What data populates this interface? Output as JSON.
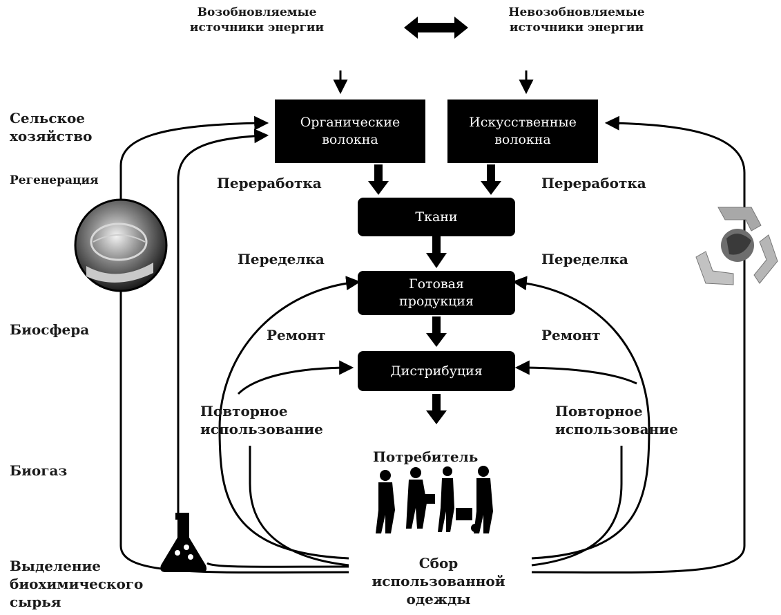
{
  "top": {
    "renewable": "Возобновляемые\nисточники энергии",
    "nonrenewable": "Невозобновляемые\nисточники энергии"
  },
  "boxes": {
    "organic": "Органические\nволокна",
    "synthetic": "Искусственные\nволокна",
    "fabrics": "Ткани",
    "finished": "Готовая\nпродукция",
    "distribution": "Дистрибуция"
  },
  "labels": {
    "processing_left": "Переработка",
    "processing_right": "Переработка",
    "remake_left": "Переделка",
    "remake_right": "Переделка",
    "repair_left": "Ремонт",
    "repair_right": "Ремонт",
    "reuse_left": "Повторное\nиспользование",
    "reuse_right": "Повторное\nиспользование",
    "consumer": "Потребитель",
    "collection": "Сбор\nиспользованной\nодежды"
  },
  "left_column": {
    "agriculture": "Сельское\nхозяйство",
    "regeneration": "Регенерация",
    "biosphere": "Биосфера",
    "biogas": "Биогаз",
    "extraction": "Выделение\nбиохимического\nсырья"
  },
  "icons": [
    "globe-in-hands-icon",
    "recycle-globe-icon",
    "flask-icon",
    "consumers-silhouette-icon"
  ],
  "colors": {
    "box": "#000000",
    "box_text": "#ffffff",
    "text": "#1a1a1a",
    "line": "#000000"
  }
}
